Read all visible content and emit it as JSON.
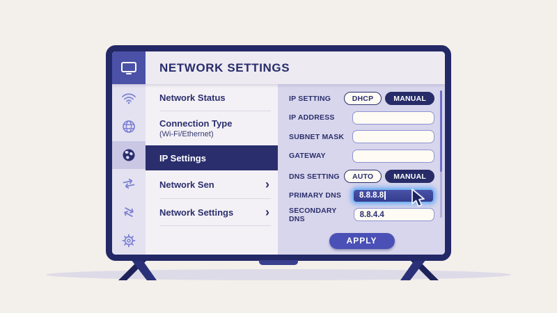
{
  "header": {
    "title": "NETWORK SETTINGS"
  },
  "sidebar": {
    "icons": [
      "wifi-icon",
      "globe-icon",
      "earth-icon",
      "swap-arrows-icon",
      "transfer-arrows-icon",
      "gear-icon"
    ],
    "active_icon": "earth-icon"
  },
  "menu": {
    "items": [
      {
        "label": "Network Status"
      },
      {
        "label": "Connection Type",
        "sublabel": "(Wi-Fi/Ethernet)"
      },
      {
        "label": "IP Settings",
        "active": true
      },
      {
        "label": "Network Sen",
        "chevron": "›"
      },
      {
        "label": "Network Settings",
        "chevron": "›"
      }
    ]
  },
  "panel": {
    "rows": [
      {
        "label": "IP SETTING",
        "type": "toggle",
        "options": [
          {
            "label": "DHCP",
            "selected": false
          },
          {
            "label": "MANUAL",
            "selected": true
          }
        ]
      },
      {
        "label": "IP ADDRESS",
        "type": "input",
        "value": ""
      },
      {
        "label": "SUBNET MASK",
        "type": "input",
        "value": ""
      },
      {
        "label": "GATEWAY",
        "type": "input",
        "value": ""
      },
      {
        "label": "DNS SETTING",
        "type": "toggle",
        "options": [
          {
            "label": "AUTO",
            "selected": false
          },
          {
            "label": "MANUAL",
            "selected": true
          }
        ]
      },
      {
        "label": "PRIMARY DNS",
        "type": "input",
        "value": "8.8.8.8",
        "focused": true
      },
      {
        "label": "SECONDARY DNS",
        "type": "input",
        "value": "8.8.4.4"
      }
    ],
    "apply_label": "APPLY"
  },
  "colors": {
    "page_bg": "#f3efea",
    "bezel_navy": "#232866",
    "accent_navy": "#2b2f6d",
    "active_row_navy": "#2a2e6c",
    "header_square_indigo": "#4b51a7",
    "apply_indigo": "#4a50b5",
    "icon_purple": "#7c80d4",
    "sidebar_bg": "#e4e2f0",
    "menu_bg": "#f4f1f6",
    "panel_bg": "#d8d6ec",
    "input_cream": "#fdfbf3",
    "focus_glow_blue": "#79b8f4",
    "focused_field_fill": "#3a428f"
  }
}
